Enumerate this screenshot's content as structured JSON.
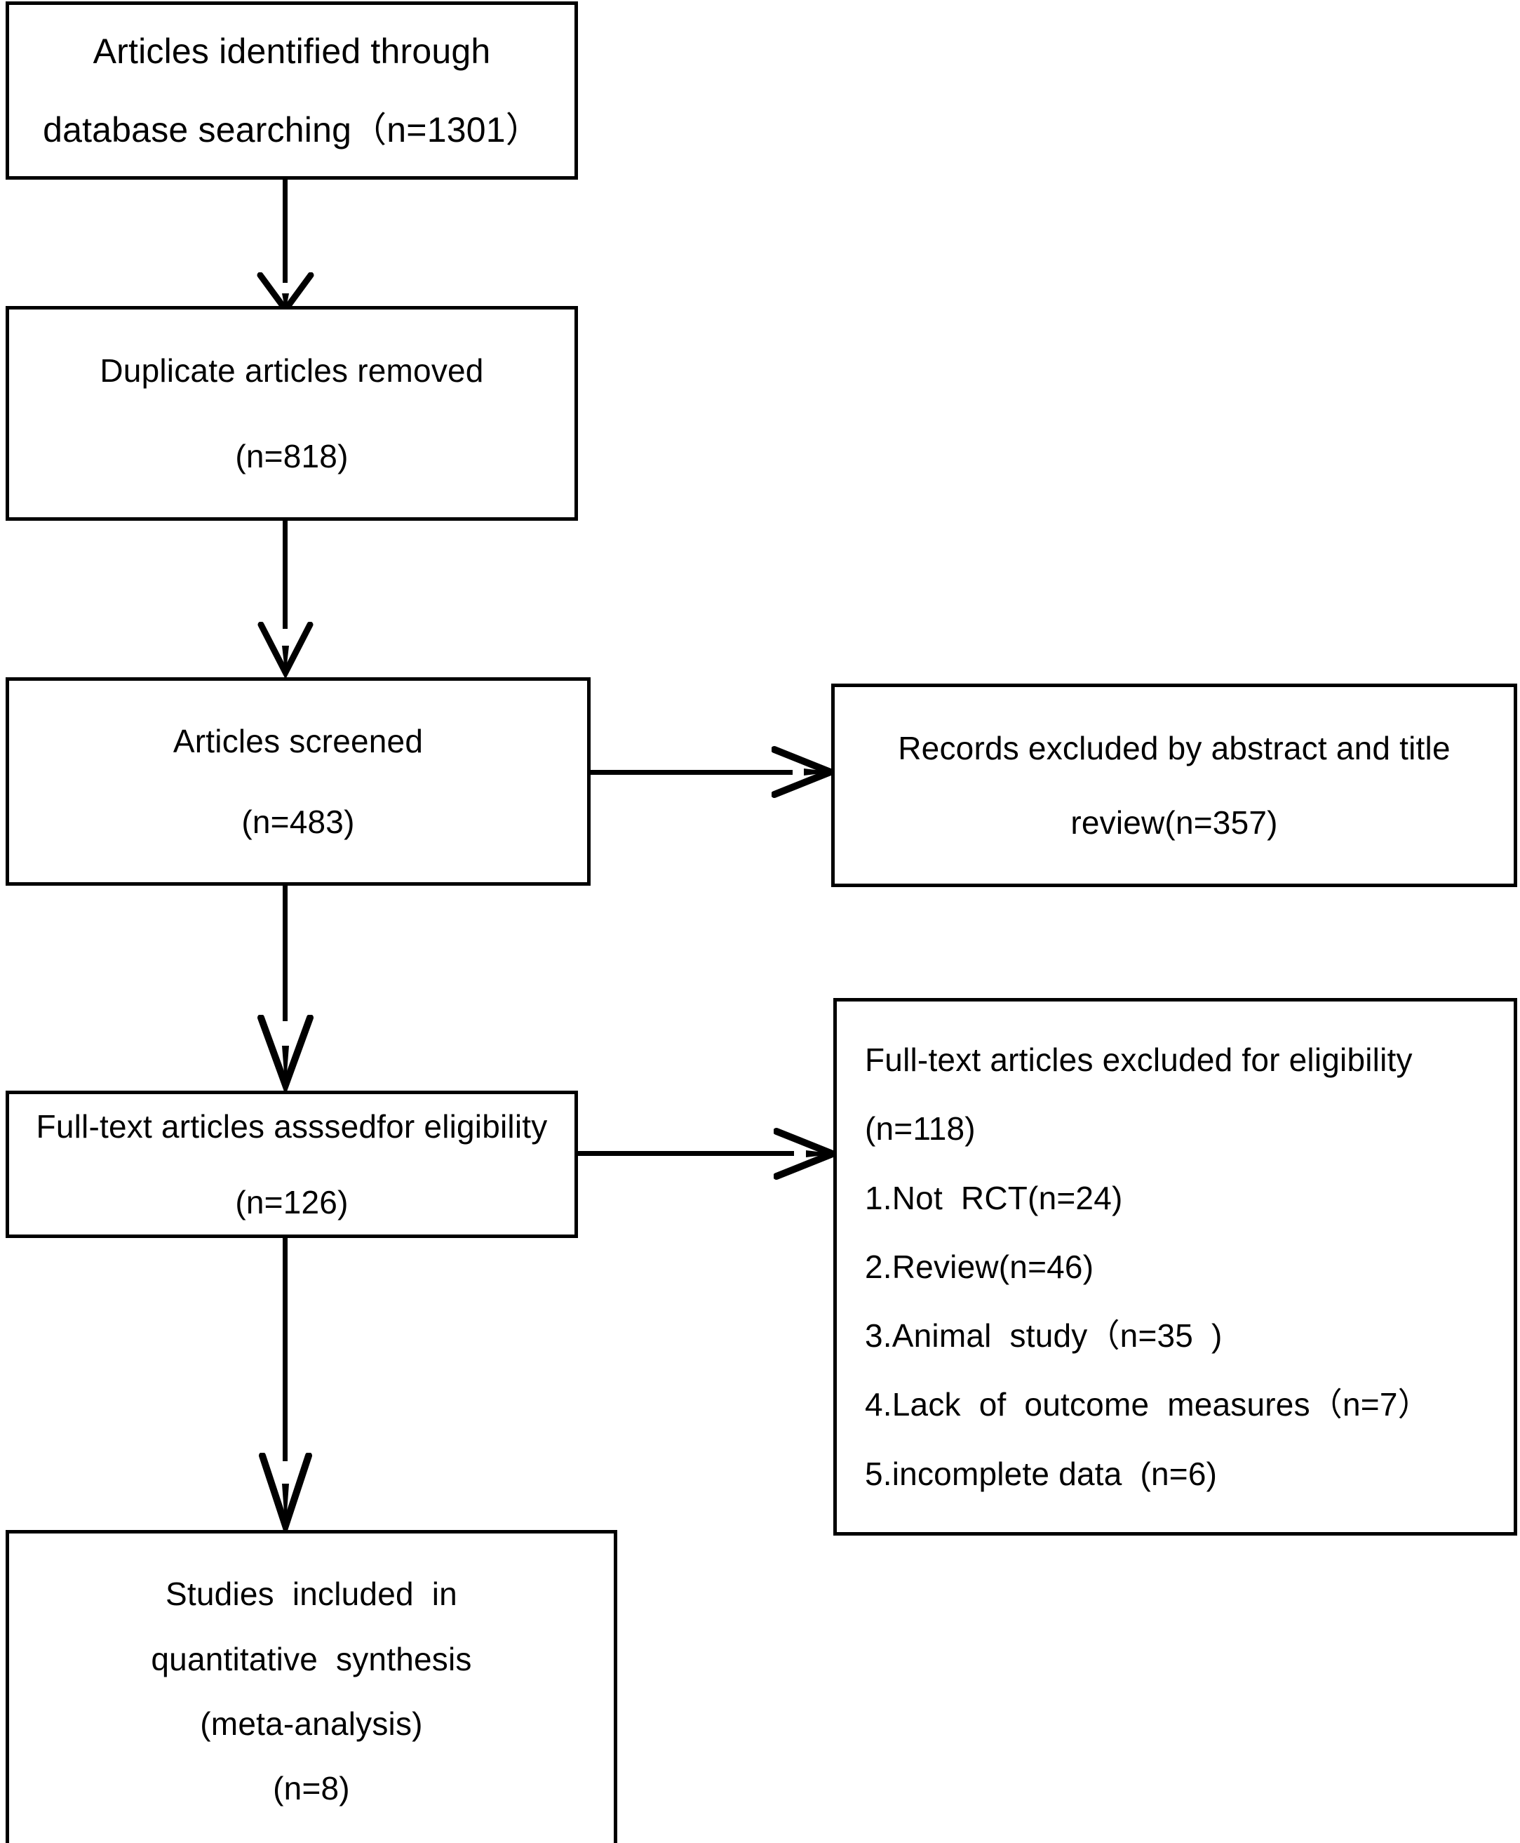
{
  "diagram": {
    "title": "PRISMA study selection flow diagram",
    "type": "flowchart",
    "stroke_color": "#000000",
    "background_color": "#ffffff"
  },
  "nodes": {
    "identified": {
      "name": "articles-identified-box",
      "line1": "Articles identified through",
      "line2": "database searching（n=1301）",
      "count": 1301
    },
    "duplicates": {
      "name": "duplicate-articles-removed-box",
      "line1": "Duplicate articles removed",
      "line2": "(n=818)",
      "count": 818
    },
    "screened": {
      "name": "articles-screened-box",
      "line1": "Articles screened",
      "line2": "(n=483)",
      "count": 483
    },
    "excluded_abstract": {
      "name": "records-excluded-abstract-title-box",
      "line1": "Records excluded by abstract and title",
      "line2": "review(n=357)",
      "count": 357
    },
    "assessed": {
      "name": "full-text-articles-assessed-box",
      "line1": "Full-text articles asssedfor eligibility",
      "line2": "(n=126)",
      "count": 126
    },
    "excluded_fulltext": {
      "name": "full-text-excluded-box",
      "line1": "Full-text articles excluded for eligibility",
      "line2": "(n=118)",
      "count": 118,
      "reasons": [
        "1.Not  RCT(n=24)",
        "2.Review(n=46)",
        "3.Animal  study（n=35  )",
        "4.Lack  of  outcome  measures（n=7）",
        "5.incomplete data  (n=6)"
      ],
      "reason_counts": [
        24,
        46,
        35,
        7,
        6
      ]
    },
    "included": {
      "name": "studies-included-box",
      "line1": "Studies  included  in",
      "line2": "quantitative  synthesis",
      "line3": "(meta-analysis)",
      "line4": "(n=8)",
      "count": 8
    }
  },
  "connectors": [
    {
      "name": "identified-to-duplicates",
      "direction": "down"
    },
    {
      "name": "duplicates-to-screened",
      "direction": "down"
    },
    {
      "name": "screened-to-excluded-abstract",
      "direction": "right"
    },
    {
      "name": "screened-to-assessed",
      "direction": "down"
    },
    {
      "name": "assessed-to-excluded-fulltext",
      "direction": "right"
    },
    {
      "name": "assessed-to-included",
      "direction": "down"
    }
  ]
}
